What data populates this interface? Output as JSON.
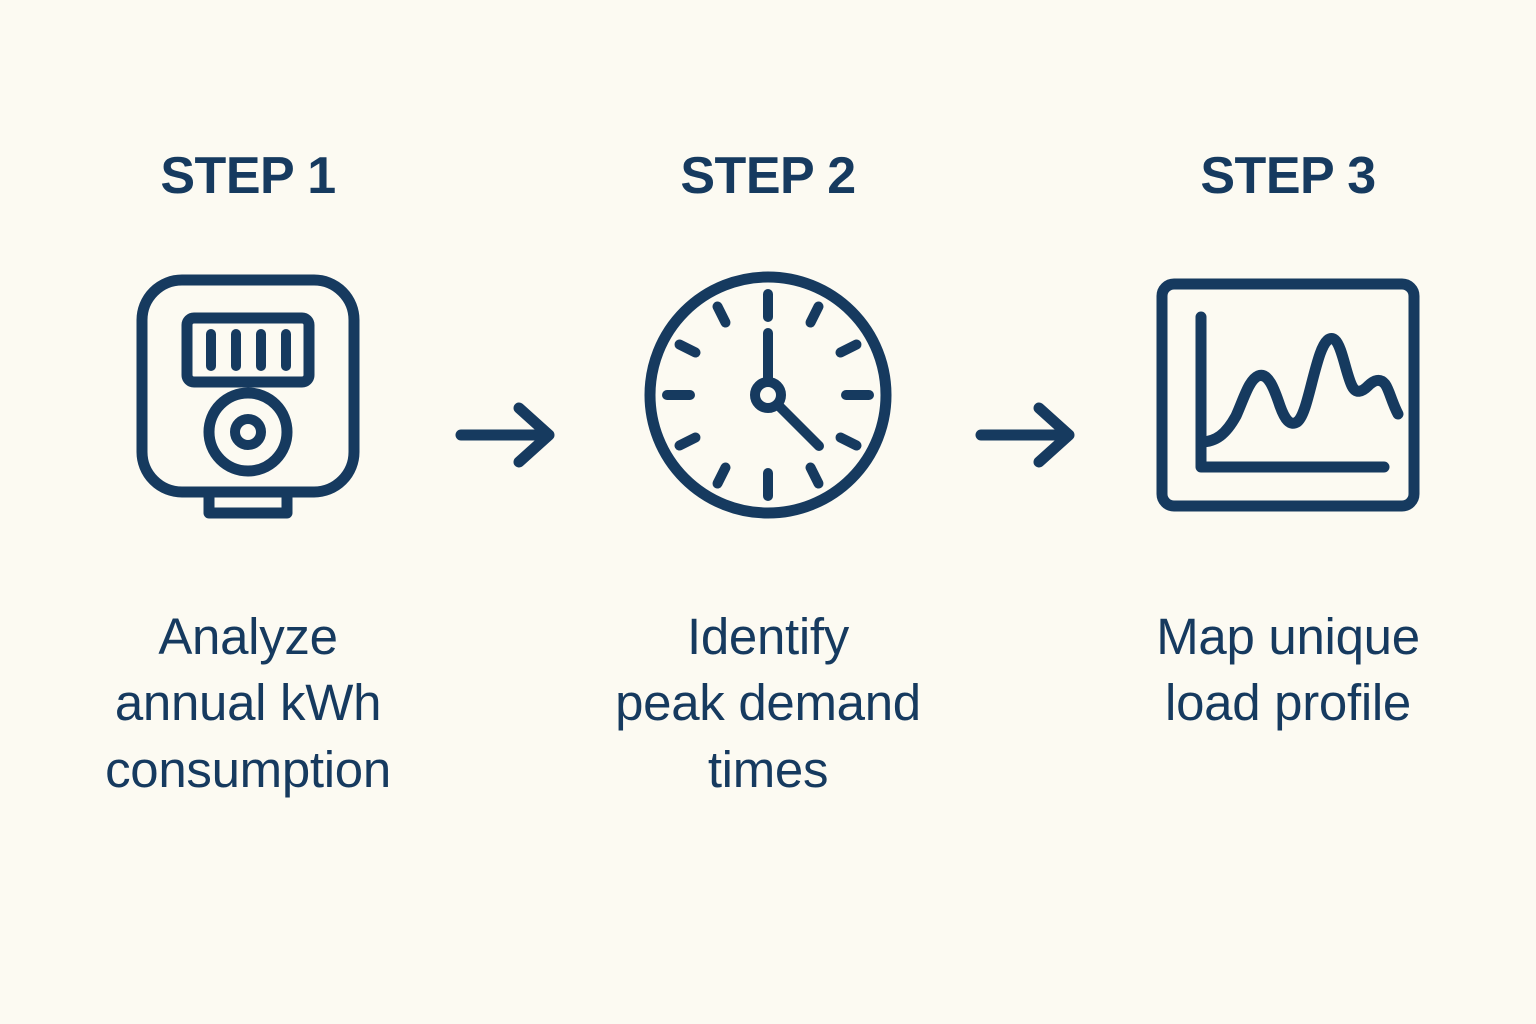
{
  "page": {
    "background_color": "#fcfaf2",
    "accent_color": "#163a5f",
    "title": "Three step energy load profile process"
  },
  "steps": [
    {
      "heading": "STEP 1",
      "icon": "electric-meter-icon",
      "caption_lines": [
        "Analyze",
        "annual kWh",
        "consumption"
      ]
    },
    {
      "heading": "STEP 2",
      "icon": "clock-icon",
      "caption_lines": [
        "Identify",
        "peak demand",
        "times"
      ]
    },
    {
      "heading": "STEP 3",
      "icon": "load-profile-chart-icon",
      "caption_lines": [
        "Map unique",
        "load profile"
      ]
    }
  ],
  "connectors": [
    {
      "icon": "arrow-right-icon"
    },
    {
      "icon": "arrow-right-icon"
    }
  ]
}
